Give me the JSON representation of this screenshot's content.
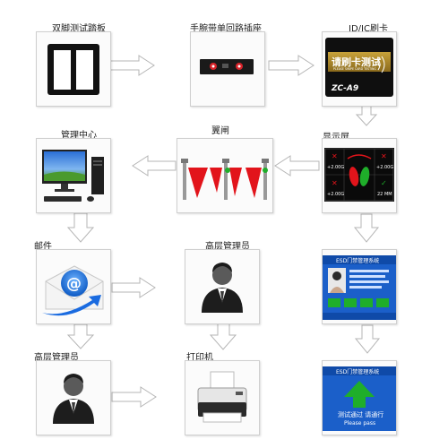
{
  "labels": {
    "double_pedal": "双脚测试踏板",
    "wrist_socket": "手腕带单回路插座",
    "card_reader": "ID/IC刷卡",
    "management_center": "管理中心",
    "wing_gate": "翼闸",
    "display_screen": "显示屏",
    "mail": "邮件",
    "senior_manager_1": "高层管理员",
    "senior_manager_2": "高层管理员",
    "printer": "打印机"
  },
  "card_panel": {
    "title": "请刷卡测试",
    "subtitle": "PLEASE SWIPE CARD TESTING",
    "model": "ZC-A9"
  },
  "display_panel": {
    "value_left_top": "+2.00G",
    "value_left_bottom": "+2.00G",
    "value_right_top": "+2.00G",
    "value_right_bottom": "22 MM"
  },
  "esd_screen_1": {
    "title": "ESD门禁管理系统"
  },
  "esd_screen_2": {
    "title": "ESD门禁管理系统",
    "message": "测试通过 请通行",
    "message_en": "Please pass"
  },
  "colors": {
    "arrow_fill": "#ffffff",
    "arrow_stroke": "#b5b5b5",
    "gate_red": "#e2141b",
    "esd_blue": "#1b5fc9",
    "pass_green": "#1fae2a"
  }
}
